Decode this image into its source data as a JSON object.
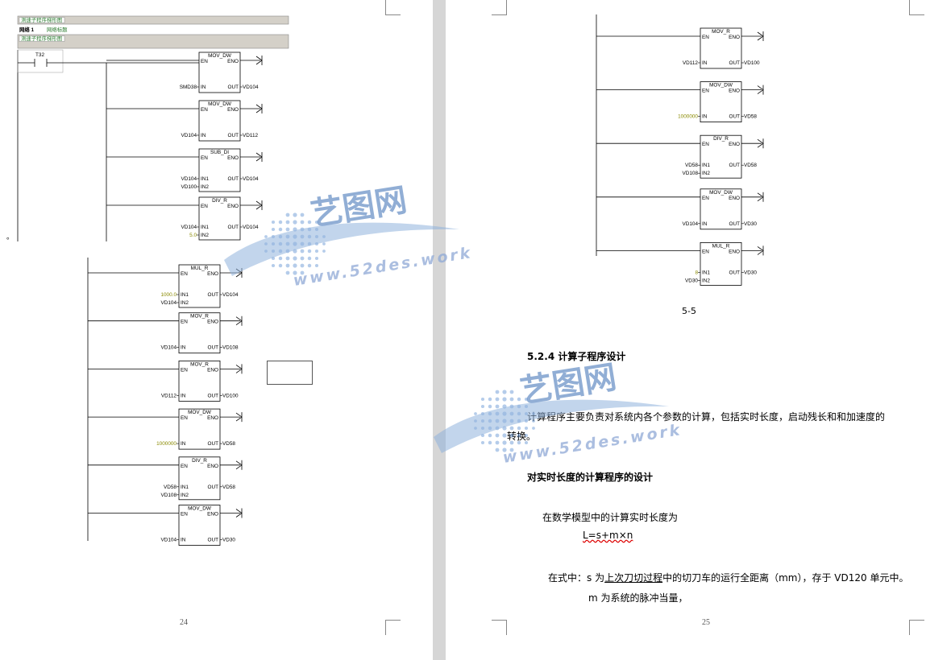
{
  "left_page": {
    "program_comment_1": "测速子程序梯形图",
    "network_label": "网络 1",
    "network_title": "网络标题",
    "program_comment_2": "测速子程序梯形图",
    "contact": "T32",
    "page_number": "24",
    "bullet": "。"
  },
  "right_page": {
    "figure_caption": "5-5",
    "section_heading": "5.2.4 计算子程序设计",
    "para1_line1": "计算程序主要负责对系统内各个参数的计算，包括实时长度，启动残长和和加速度的",
    "para1_line2": "转换。",
    "subheading": "对实时长度的计算程序的设计",
    "para2": "在数学模型中的计算实时长度为",
    "formula": "L=s+m×n",
    "para3_pre": "在式中：s 为",
    "para3_ul": "上次刀切过程",
    "para3_post": "中的切刀车的运行全距离（mm），存于 VD120 单元中。",
    "para4": "m 为系统的脉冲当量，",
    "page_number": "25"
  },
  "watermark": {
    "brand": "艺图网",
    "url": "www.52des.work"
  },
  "ladder_blocks_left_top": [
    {
      "name": "MOV_DW",
      "in": [
        "SMD38"
      ],
      "out": "VD104"
    },
    {
      "name": "MOV_DW",
      "in": [
        "VD104"
      ],
      "out": "VD112"
    },
    {
      "name": "SUB_DI",
      "in": [
        "VD104",
        "VD100"
      ],
      "out": "VD104"
    },
    {
      "name": "DIV_R",
      "in": [
        "VD104",
        "5.0"
      ],
      "out": "VD104"
    }
  ],
  "ladder_blocks_left_bottom": [
    {
      "name": "MUL_R",
      "in": [
        "1000.0",
        "VD104"
      ],
      "out": "VD104"
    },
    {
      "name": "MOV_R",
      "in": [
        "VD104"
      ],
      "out": "VD108"
    },
    {
      "name": "MOV_R",
      "in": [
        "VD112"
      ],
      "out": "VD100"
    },
    {
      "name": "MOV_DW",
      "in": [
        "1000000"
      ],
      "out": "VD58"
    },
    {
      "name": "DIV_R",
      "in": [
        "VD58",
        "VD108"
      ],
      "out": "VD58"
    },
    {
      "name": "MOV_DW",
      "in": [
        "VD104"
      ],
      "out": "VD30"
    }
  ],
  "ladder_blocks_right": [
    {
      "name": "MOV_R",
      "in": [
        "VD112"
      ],
      "out": "VD100"
    },
    {
      "name": "MOV_DW",
      "in": [
        "1000000"
      ],
      "out": "VD58"
    },
    {
      "name": "DIV_R",
      "in": [
        "VD58",
        "VD108"
      ],
      "out": "VD58"
    },
    {
      "name": "MOV_DW",
      "in": [
        "VD104"
      ],
      "out": "VD30"
    },
    {
      "name": "MUL_R",
      "in": [
        "8",
        "VD30"
      ],
      "out": "VD30"
    }
  ],
  "pin_labels": {
    "en": "EN",
    "eno": "ENO",
    "in": "IN",
    "in1": "IN1",
    "in2": "IN2",
    "out": "OUT"
  }
}
